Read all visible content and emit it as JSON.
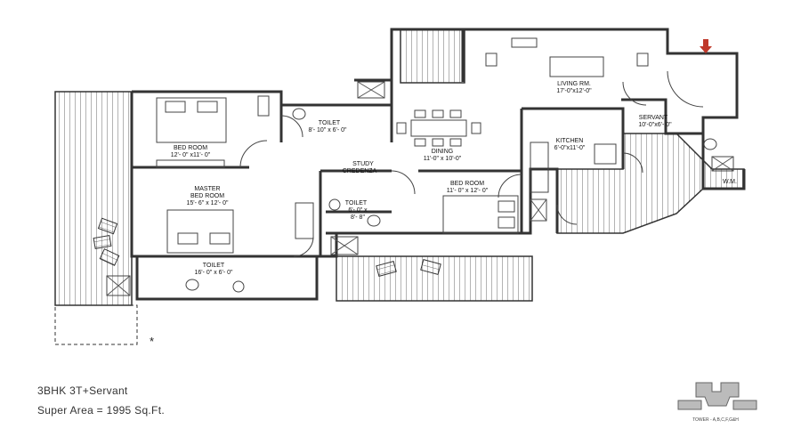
{
  "plan_type": "3BHK 3T+Servant",
  "super_area": "Super Area = 1995 Sq.Ft.",
  "tower_caption": "TOWER - A,B,C,F,G&H",
  "rooms": {
    "living": {
      "name": "LIVING RM.",
      "size": "17'-0\"x12'-0\""
    },
    "servant": {
      "name": "SERVANT",
      "size": "10'-0\"x6'- 0\""
    },
    "kitchen": {
      "name": "KITCHEN",
      "size": "6'-0\"x11'-0\""
    },
    "dining": {
      "name": "DINING",
      "size": "11'-0\" x 10'-0\""
    },
    "toilet_top": {
      "name": "TOILET",
      "size": "8'- 10\" x 6'- 0\""
    },
    "bedroom1": {
      "name": "BED ROOM",
      "size": "12'- 0\" x11'- 0\""
    },
    "study": {
      "name": "STUDY",
      "sub": "CREDENZA"
    },
    "master": {
      "name1": "MASTER",
      "name2": "BED ROOM",
      "size": "15'- 6\" x 12'- 0\""
    },
    "toilet_mid": {
      "name": "TOILET",
      "size1": "6'- 0\" x",
      "size2": "8'- 8\""
    },
    "bedroom2": {
      "name": "BED ROOM",
      "size": "11'- 0\" x 12'- 0\""
    },
    "toilet_master": {
      "name": "TOILET",
      "size": "16'- 0\" x 6'- 0\""
    },
    "wm": {
      "name": "W.M."
    }
  },
  "marks": {
    "asterisk": "*"
  },
  "colors": {
    "entry_arrow": "#c0392b",
    "wall": "#333333",
    "background": "#ffffff"
  }
}
